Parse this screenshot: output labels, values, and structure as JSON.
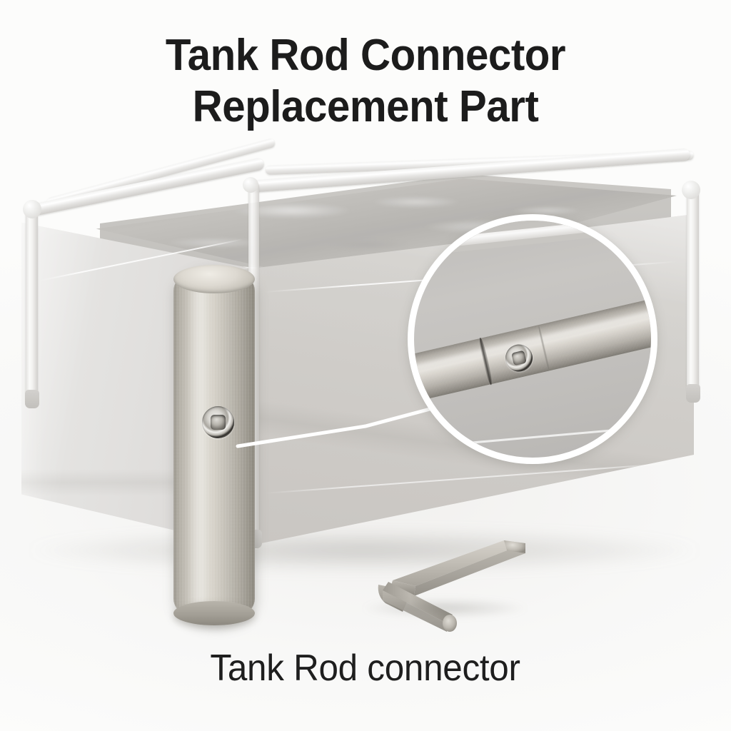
{
  "document": {
    "type": "product-illustration",
    "background_color": "#fcfcfb"
  },
  "title": {
    "line1": "Tank Rod Connector",
    "line2": "Replacement Part",
    "color": "#1c1c1c"
  },
  "caption": {
    "text": "Tank Rod connector",
    "color": "#1e1e1e"
  },
  "scene": {
    "tank": {
      "name": "water tank",
      "panel_color": "#ddd9d5",
      "frame_color": "#efeeec",
      "water_color": "#bdbbb7"
    },
    "connector": {
      "name": "tank rod connector",
      "finish": "brushed stainless steel",
      "body_color": "#cfcbc2",
      "setscrew_label": "hex set screw"
    },
    "magnifier": {
      "name": "detail magnifier",
      "ring_color": "#ffffff",
      "fill_color": "#c3c1be",
      "shows": "rod connector joint with hex set screw"
    },
    "callout": {
      "name": "callout leader line",
      "color": "#ffffff"
    },
    "hex_key": {
      "name": "hex key allen wrench",
      "finish": "brushed steel",
      "color": "#b2aea6"
    }
  },
  "icons": {
    "setscrew": "hex-socket-icon",
    "magnifier": "magnifier-circle-icon",
    "hexkey": "hex-key-icon"
  }
}
